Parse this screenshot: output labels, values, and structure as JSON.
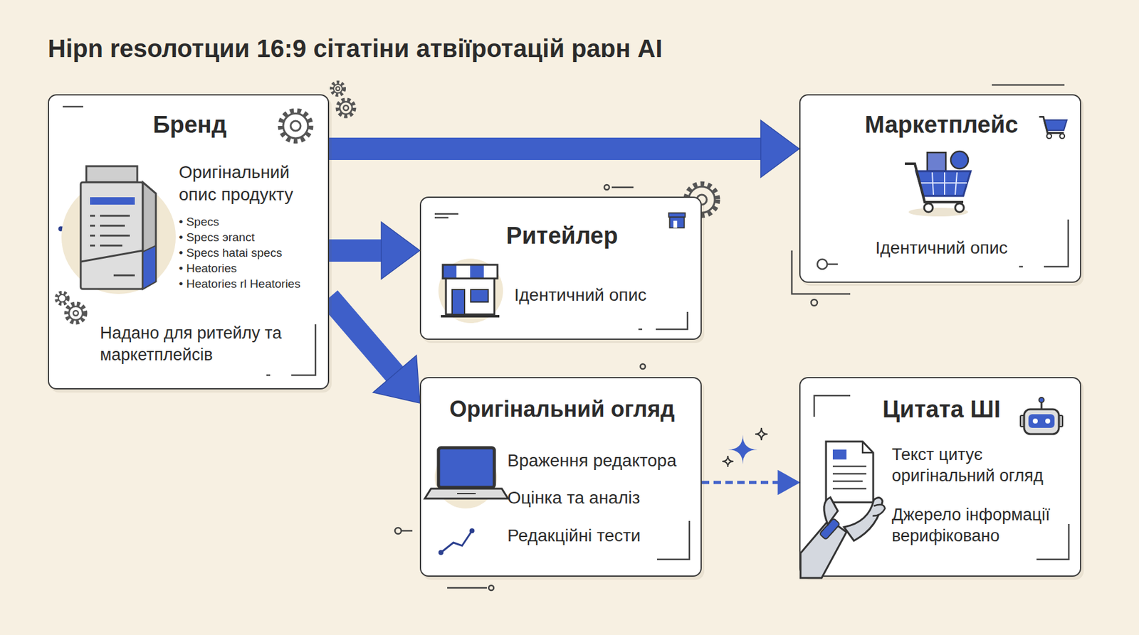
{
  "diagram": {
    "title": "Hipn resолотции 16:9  сітатіни атвіїротацій раɒн AI",
    "nodes": [
      {
        "text": [
          "Бренд",
          "Оригінальний опис продукту",
          "• Specs",
          "• Specs эranct",
          "• Specs hatai specs",
          "• Heatories",
          "• Heatories rl Heatories",
          "Надано для ритейлу та маркетплейсів"
        ]
      },
      {
        "text": [
          "Маркетплейс",
          "Ідентичний опис"
        ]
      },
      {
        "text": [
          "Ритейлер",
          "Ідентичний опис"
        ]
      },
      {
        "text": [
          "Оригінальний огляд",
          "Враження редактора",
          "Оцінка та аналіз",
          "Редакційні тести"
        ]
      },
      {
        "text": [
          "Цитата ШІ",
          "Текст цитує оригінальний огляд",
          "Джерело інформації верифіковано"
        ]
      }
    ],
    "edges": [
      {
        "from": 0,
        "to": 1,
        "arrow": "to"
      },
      {
        "from": 0,
        "to": 2,
        "arrow": "to"
      },
      {
        "from": 0,
        "to": 3,
        "arrow": "to"
      },
      {
        "from": 3,
        "to": 4,
        "arrow": "to"
      }
    ]
  }
}
